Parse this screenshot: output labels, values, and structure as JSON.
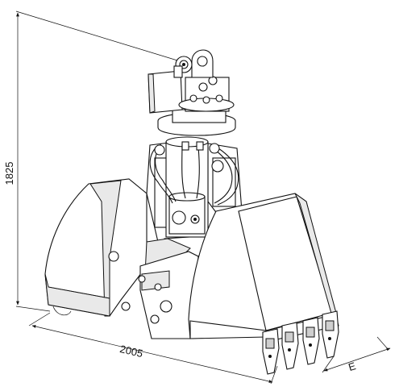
{
  "dimensions": {
    "height": "1825",
    "width": "2005",
    "teeth": "E"
  }
}
